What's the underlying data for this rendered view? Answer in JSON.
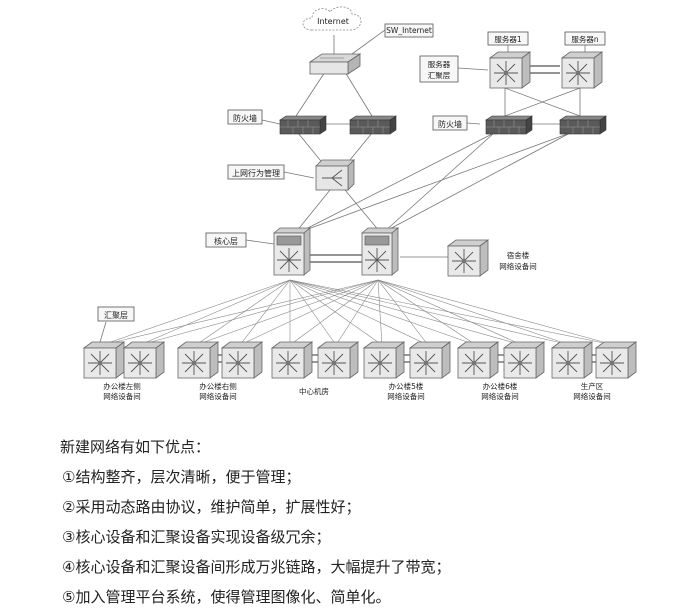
{
  "diagram": {
    "labels": {
      "internet": "Internet",
      "sw_internet": "SW_Internet",
      "firewall_left": "防火墙",
      "firewall_right": "防火墙",
      "behavior_mgmt": "上网行为管理",
      "core_layer": "核心层",
      "aggregation_layer": "汇聚层",
      "server_agg": "服务器\n汇聚层",
      "server1": "服务器1",
      "servern": "服务器n",
      "dorm": "宿舍楼\n网络设备间",
      "office_left": "办公楼左侧\n网络设备间",
      "office_right": "办公楼右侧\n网络设备间",
      "center_room": "中心机房",
      "office5": "办公楼5楼\n网络设备间",
      "office6": "办公楼6楼\n网络设备间",
      "production": "生产区\n网络设备间"
    }
  },
  "text": {
    "heading": "新建网络有如下优点：",
    "points": [
      "①结构整齐，层次清晰，便于管理；",
      "②采用动态路由协议，维护简单，扩展性好；",
      "③核心设备和汇聚设备实现设备级冗余；",
      "④核心设备和汇聚设备间形成万兆链路，大幅提升了带宽；",
      "⑤加入管理平台系统，使得管理图像化、简单化。"
    ]
  }
}
